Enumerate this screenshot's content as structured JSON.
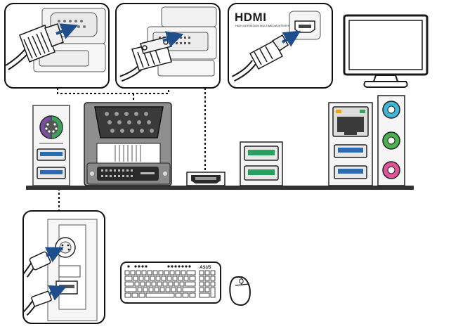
{
  "labels": {
    "hdmi_logo": "HDMI",
    "hdmi_tagline": "HIGH-DEFINITION MULTIMEDIA INTERFACE",
    "keyboard_brand": "ASUS"
  },
  "colors": {
    "outline": "#1a1a1a",
    "callout_border": "#111111",
    "arrow": "#1f4e8c",
    "usb3_blue": "#2b6cb0",
    "ps2_purple": "#7b4fa0",
    "ps2_green": "#3aa35b",
    "audio_blue": "#3fb7d6",
    "audio_green": "#4caf50",
    "audio_pink": "#e05598",
    "rj45_led": "#f0a020",
    "board_bar": "#333333",
    "port_gray": "#9a9a9a"
  },
  "icons": [
    "vga-cable-icon",
    "dvi-cable-icon",
    "hdmi-cable-icon",
    "monitor-icon",
    "ps2-port-icon",
    "usb-port-icon",
    "vga-port-icon",
    "dvi-port-icon",
    "hdmi-port-icon",
    "rj45-port-icon",
    "audio-jack-icon",
    "keyboard-icon",
    "mouse-icon"
  ]
}
